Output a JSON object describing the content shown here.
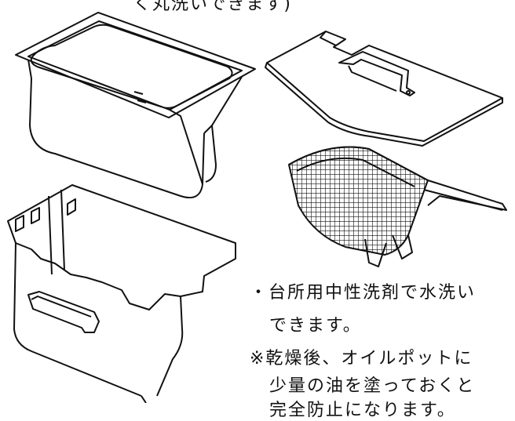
{
  "caption_top": "く丸洗いできます)",
  "notes": {
    "bullet_line1": "・台所用中性洗剤で水洗い",
    "bullet_line2": "できます。",
    "note_line1": "※乾燥後、オイルポットに",
    "note_line2": "少量の油を塗っておくと",
    "note_line3": "完全防止になります。"
  },
  "parts": [
    "inner-pot-icon",
    "lid-icon",
    "fry-basket-icon",
    "outer-case-icon"
  ],
  "colors": {
    "line": "#111111",
    "background": "#ffffff"
  }
}
